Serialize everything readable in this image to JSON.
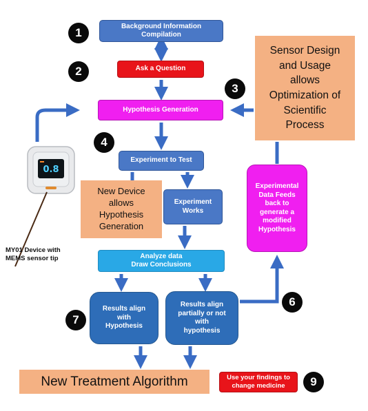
{
  "steps": {
    "background": "Background Information\nCompilation",
    "question": "Ask a Question",
    "hypothesis": "Hypothesis Generation",
    "experiment": "Experiment to Test",
    "works": "Experiment\nWorks",
    "analyze": "Analyze data\nDraw Conclusions",
    "align": "Results align\nwith\nHypothesis",
    "partial": "Results align\npartially or not\nwith\nhypothesis",
    "feedback": "Experimental\nData Feeds\nback to\ngenerate a\nmodified\nHypothesis",
    "findings": "Use your findings to\nchange medicine"
  },
  "callouts": {
    "sensor": "Sensor Design\nand Usage\nallows\nOptimization of\nScientific\nProcess",
    "device": "New Device\nallows\nHypothesis\nGeneration",
    "treatment": "New Treatment Algorithm"
  },
  "device": {
    "screen_value": "0.8",
    "caption": "MY01 Device with\nMEMS sensor tip"
  },
  "markers": [
    "1",
    "2",
    "3",
    "4",
    "6",
    "7",
    "9"
  ],
  "colors": {
    "arrow": "#3a6cc4",
    "step_blue": "#4a78c6",
    "step_red": "#e8141a",
    "step_magenta": "#f01ff0",
    "step_cyan": "#29a8e6",
    "callout": "#f4b183",
    "marker": "#0a0a0a"
  }
}
